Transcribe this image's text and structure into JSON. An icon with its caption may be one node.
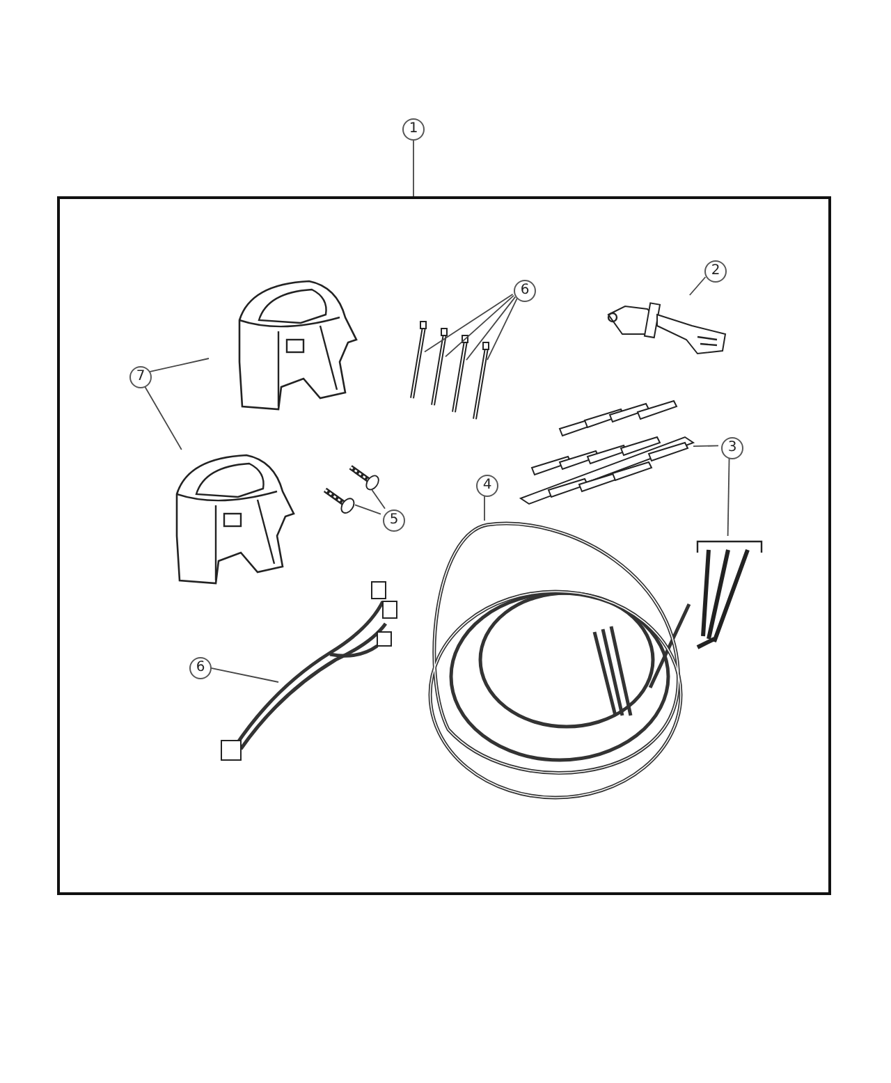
{
  "diagram": {
    "nodes": [
      {
        "text": [
          "1"
        ]
      },
      {
        "text": [],
        "shape": "box"
      },
      {
        "text": [
          "2"
        ],
        "in": 1
      },
      {
        "text": [],
        "shape": "picture",
        "in": 1
      },
      {
        "text": [
          "6"
        ],
        "in": 1
      },
      {
        "text": [],
        "shape": "picture",
        "in": 1
      },
      {
        "text": [],
        "shape": "picture",
        "in": 1
      },
      {
        "text": [],
        "shape": "picture",
        "in": 1
      },
      {
        "text": [],
        "shape": "picture",
        "in": 1
      },
      {
        "text": [
          "7"
        ],
        "in": 1
      },
      {
        "text": [],
        "shape": "picture",
        "in": 1
      },
      {
        "text": [],
        "shape": "picture",
        "in": 1
      },
      {
        "text": [
          "3"
        ],
        "in": 1
      },
      {
        "text": [],
        "shape": "picture",
        "in": 1
      },
      {
        "text": [],
        "shape": "picture",
        "in": 1
      },
      {
        "text": [
          "4"
        ],
        "in": 1
      },
      {
        "text": [],
        "shape": "picture",
        "in": 1
      },
      {
        "text": [
          "5"
        ],
        "in": 1
      },
      {
        "text": [],
        "shape": "picture",
        "in": 1
      },
      {
        "text": [],
        "shape": "picture",
        "in": 1
      },
      {
        "text": [
          "6"
        ],
        "in": 1
      },
      {
        "text": [],
        "shape": "picture",
        "in": 1
      }
    ],
    "edges": [
      {
        "from": 0,
        "to": 1,
        "arrow": "none"
      },
      {
        "from": 2,
        "to": 3,
        "arrow": "none"
      },
      {
        "from": 4,
        "to": 5,
        "arrow": "none"
      },
      {
        "from": 4,
        "to": 6,
        "arrow": "none"
      },
      {
        "from": 4,
        "to": 7,
        "arrow": "none"
      },
      {
        "from": 4,
        "to": 8,
        "arrow": "none"
      },
      {
        "from": 9,
        "to": 10,
        "arrow": "none"
      },
      {
        "from": 9,
        "to": 11,
        "arrow": "none"
      },
      {
        "from": 12,
        "to": 13,
        "arrow": "none"
      },
      {
        "from": 12,
        "to": 14,
        "arrow": "none"
      },
      {
        "from": 15,
        "to": 16,
        "arrow": "none"
      },
      {
        "from": 17,
        "to": 18,
        "arrow": "none"
      },
      {
        "from": 17,
        "to": 19,
        "arrow": "none"
      },
      {
        "from": 20,
        "to": 21,
        "arrow": "none"
      }
    ]
  }
}
